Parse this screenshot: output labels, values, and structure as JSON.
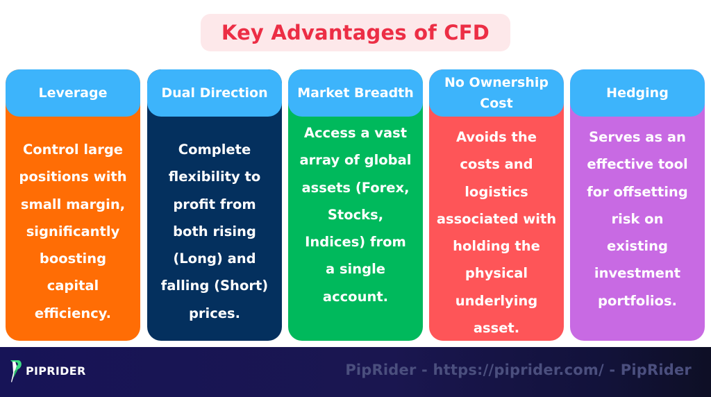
{
  "title": "Key Advantages of CFD",
  "colors": {
    "title_text": "#ec2e45",
    "title_bg": "#fde8ea",
    "header_bg": "#3db4fb",
    "footer_bg": "#171457"
  },
  "cards": [
    {
      "heading": "Leverage",
      "body": "Control large\npositions with\nsmall margin,\nsignificantly\nboosting\ncapital\nefficiency.",
      "color": "#ff6d05"
    },
    {
      "heading": "Dual Direction",
      "body": "Complete\nflexibility to\nprofit from\nboth rising\n(Long) and\nfalling (Short)\nprices.",
      "color": "#04305e"
    },
    {
      "heading": "Market Breadth",
      "body": "Access a vast\narray of global\nassets (Forex,\nStocks,\nIndices) from\na single\naccount.",
      "color": "#00b95c"
    },
    {
      "heading": "No Ownership\nCost",
      "body": "Avoids the\ncosts and\nlogistics\nassociated with\nholding the\nphysical\nunderlying\nasset.",
      "color": "#fe5558"
    },
    {
      "heading": "Hedging",
      "body": "Serves as an\neffective tool\nfor offsetting\nrisk on\nexisting\ninvestment\nportfolios.",
      "color": "#c86ae3"
    }
  ],
  "footer": {
    "logo_text": "PIPRIDER",
    "logo_icon": "piprider-p-logo-icon",
    "watermark": "PipRider - https://piprider.com/ - PipRider"
  }
}
